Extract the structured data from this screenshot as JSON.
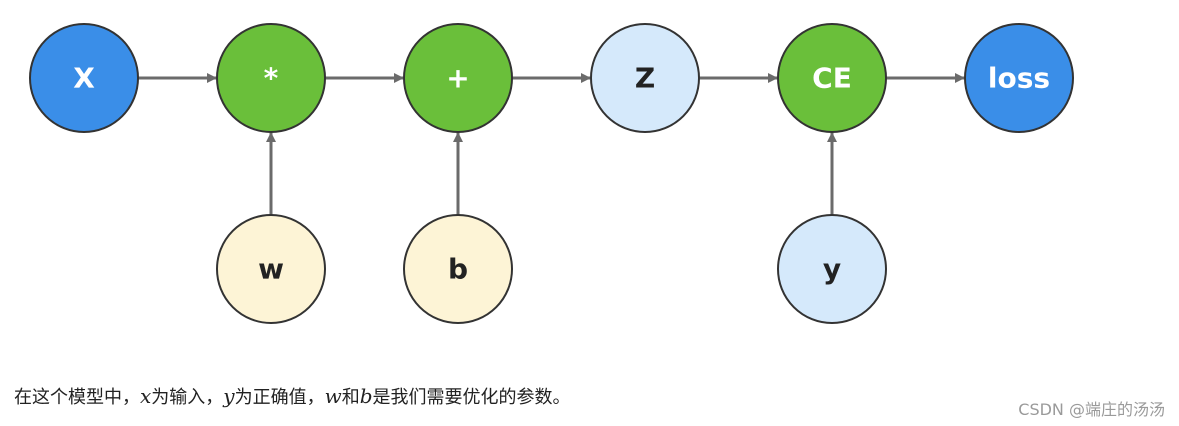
{
  "colors": {
    "input_blue": "#3a8ee8",
    "operator_green": "#6abf3a",
    "intermediate_lightblue": "#d5e9fb",
    "parameter_cream": "#fdf4d6",
    "edge_gray": "#6b6b6b",
    "label_light": "#ffffff",
    "label_dark": "#222222"
  },
  "nodes": [
    {
      "id": "X",
      "label": "X",
      "role": "input"
    },
    {
      "id": "mul",
      "label": "*",
      "role": "operator"
    },
    {
      "id": "add",
      "label": "+",
      "role": "operator"
    },
    {
      "id": "Z",
      "label": "Z",
      "role": "intermediate"
    },
    {
      "id": "CE",
      "label": "CE",
      "role": "operator"
    },
    {
      "id": "loss",
      "label": "loss",
      "role": "output"
    },
    {
      "id": "w",
      "label": "w",
      "role": "parameter"
    },
    {
      "id": "b",
      "label": "b",
      "role": "parameter"
    },
    {
      "id": "y",
      "label": "y",
      "role": "target"
    }
  ],
  "edges": [
    {
      "from": "X",
      "to": "mul"
    },
    {
      "from": "mul",
      "to": "add"
    },
    {
      "from": "add",
      "to": "Z"
    },
    {
      "from": "Z",
      "to": "CE"
    },
    {
      "from": "CE",
      "to": "loss"
    },
    {
      "from": "w",
      "to": "mul"
    },
    {
      "from": "b",
      "to": "add"
    },
    {
      "from": "y",
      "to": "CE"
    }
  ],
  "caption": {
    "part1": "在这个模型中，",
    "var_x": "x",
    "part2": "为输入，",
    "var_y": "y",
    "part3": "为正确值，",
    "var_w": "w",
    "part4": "和",
    "var_b": "b",
    "part5": "是我们需要优化的参数。"
  },
  "watermark": "CSDN @端庄的汤汤"
}
